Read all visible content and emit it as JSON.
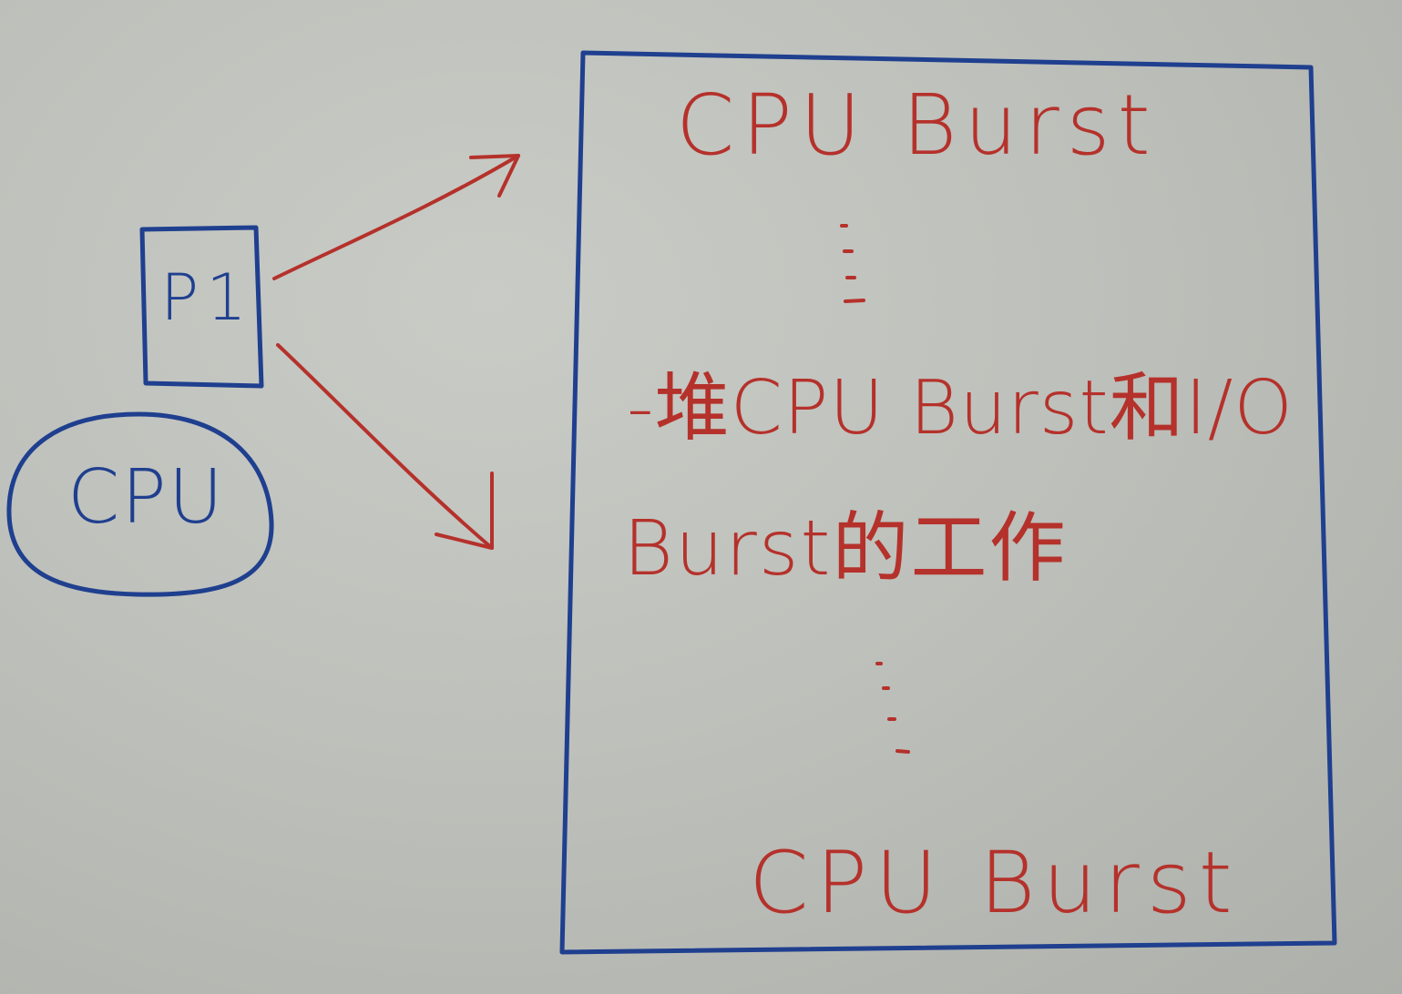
{
  "diagram": {
    "process_label": "P1",
    "cpu_label": "CPU",
    "burst_top": "CPU Burst",
    "mixed_line_1": "-堆CPU Burst和I/O",
    "mixed_line_2": "Burst的工作",
    "burst_bottom": "CPU Burst",
    "colors": {
      "blue_ink": "#1f3f8f",
      "red_ink": "#b5312b",
      "paper": "#c4c6c1"
    },
    "icons": {
      "arrow_top": "red-arrow-icon",
      "arrow_bottom": "red-arrow-icon",
      "ellipsis_top": "vertical-ellipsis-icon",
      "ellipsis_bottom": "vertical-ellipsis-icon"
    }
  }
}
